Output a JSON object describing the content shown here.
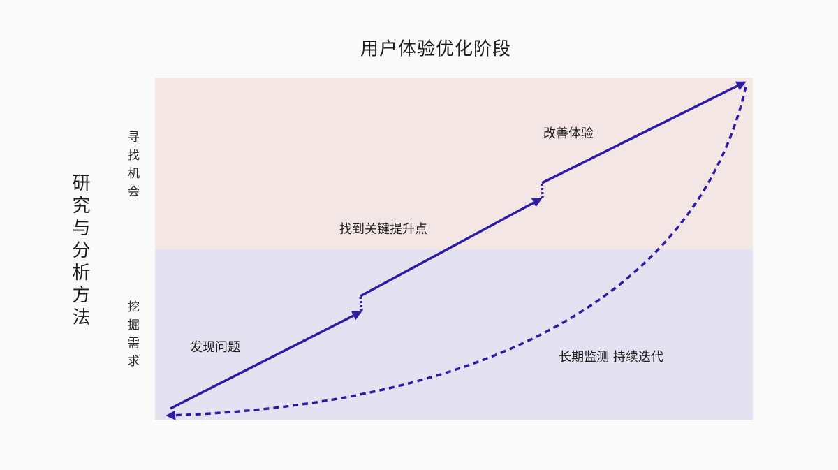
{
  "title": "用户体验优化阶段",
  "left_axis_label": "研究与分析方法",
  "band_labels": {
    "top": "寻找机会",
    "bottom": "挖掘需求"
  },
  "steps": [
    "发现问题",
    "找到关键提升点",
    "改善体验"
  ],
  "loop_label": "长期监测 持续迭代",
  "colors": {
    "background": "#fafafa",
    "top_band": "#f4e6e4",
    "bottom_band": "#e4e2f0",
    "arrow": "#2e1ba5"
  }
}
